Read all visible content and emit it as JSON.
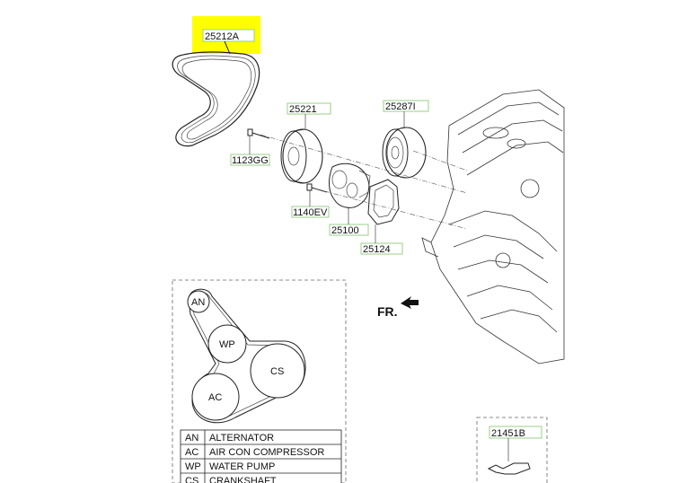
{
  "highlight_color": "#ffff00",
  "label_box_color": "#9acf8a",
  "parts": {
    "belt": "25212A",
    "pulley": "25221",
    "fan_clutch": "25287I",
    "bolt_a": "1123GG",
    "bolt_b": "1140EV",
    "water_pump": "25100",
    "gasket": "25124",
    "inset_part": "21451B"
  },
  "direction_label": "FR.",
  "belt_routing": {
    "pulleys": [
      "AN",
      "WP",
      "CS",
      "AC"
    ]
  },
  "legend": [
    {
      "code": "AN",
      "name": "ALTERNATOR"
    },
    {
      "code": "AC",
      "name": "AIR CON COMPRESSOR"
    },
    {
      "code": "WP",
      "name": "WATER PUMP"
    },
    {
      "code": "CS",
      "name": "CRANKSHAFT"
    }
  ]
}
